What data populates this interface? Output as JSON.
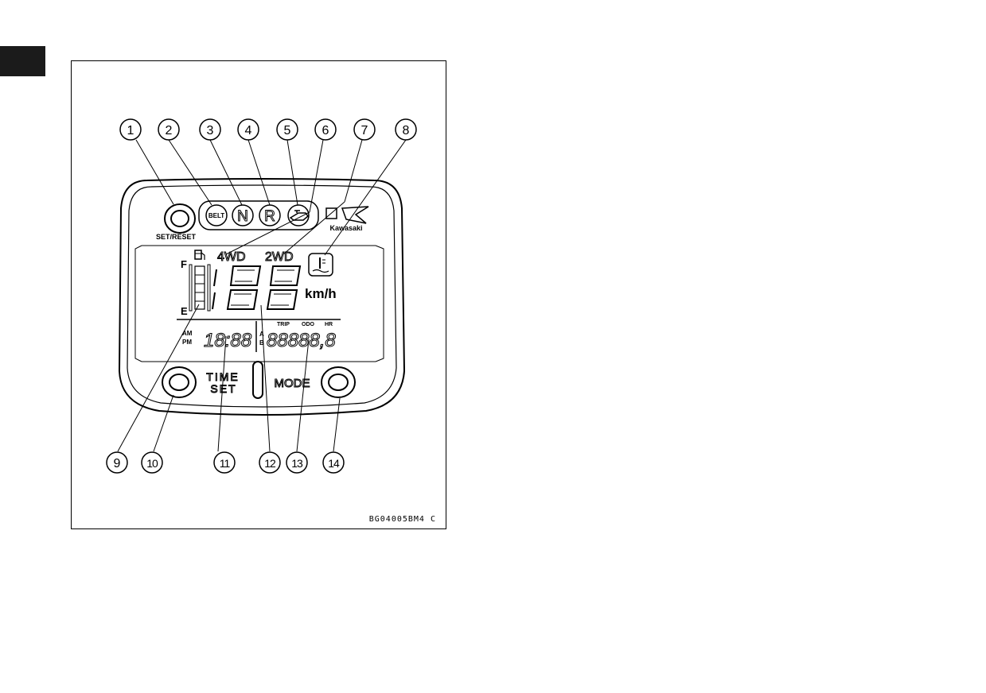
{
  "figure": {
    "callouts": [
      "1",
      "2",
      "3",
      "4",
      "5",
      "6",
      "7",
      "8",
      "9",
      "10",
      "11",
      "12",
      "13",
      "14"
    ],
    "code": "BG04005BM4  C"
  },
  "meter": {
    "brand": "Kawasaki",
    "buttons": {
      "set_reset": "SET/RESET",
      "time_top": "TIME",
      "time_bottom": "SET",
      "mode": "MODE"
    },
    "indicators": {
      "belt": "BELT",
      "neutral": "N",
      "reverse": "R"
    },
    "lcd": {
      "four_wd": "4WD",
      "two_wd": "2WD",
      "fuel_full": "F",
      "fuel_empty": "E",
      "speed_unit": "km/h",
      "am": "AM",
      "pm": "PM",
      "clock": "18:88",
      "trip": "TRIP",
      "odo": "ODO",
      "hr": "HR",
      "odometer": "88888,8",
      "trip_a": "A",
      "trip_b": "B"
    }
  }
}
